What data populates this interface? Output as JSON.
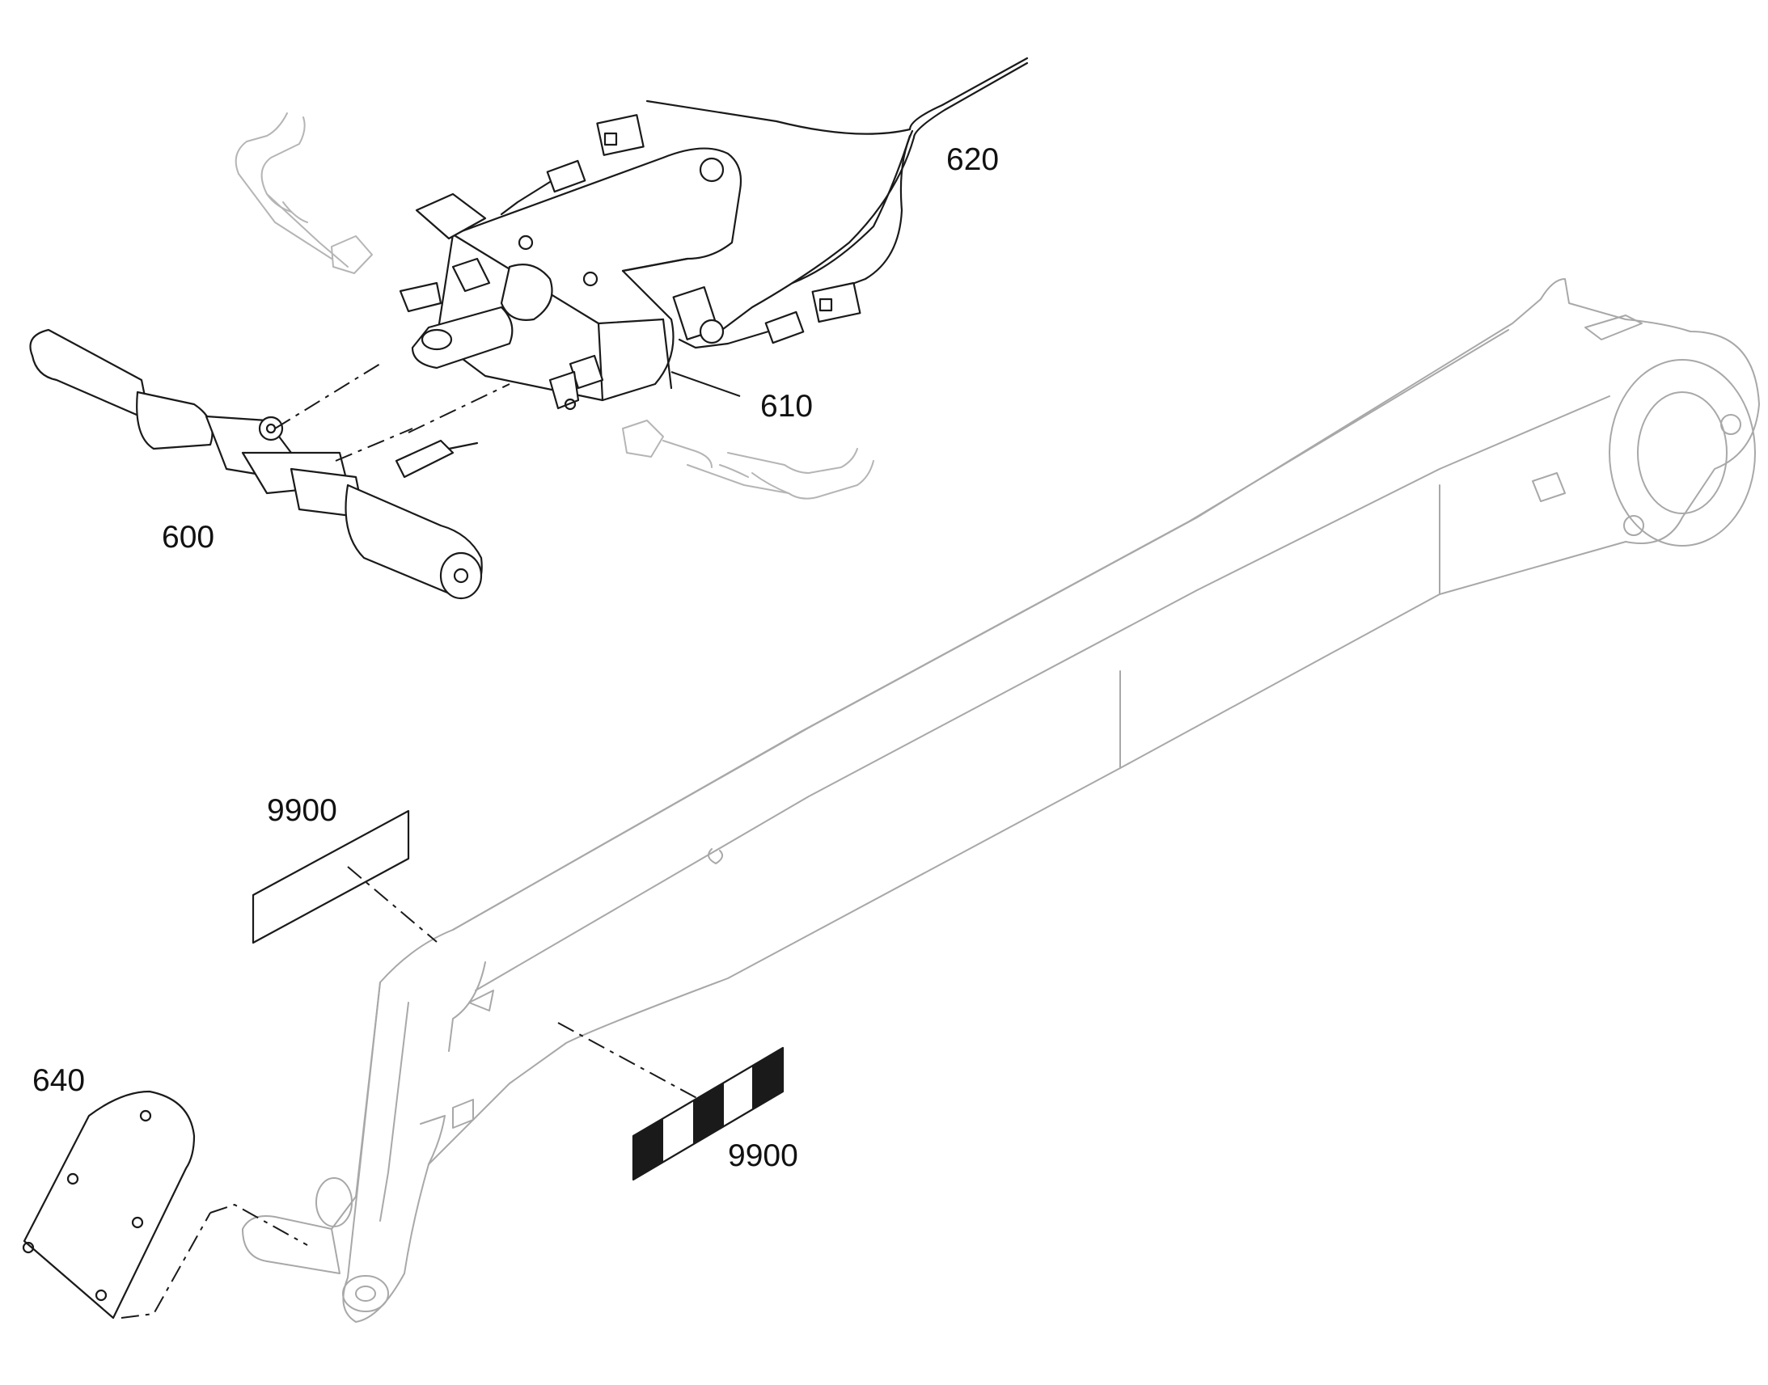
{
  "callouts": {
    "valve_wiring": "620",
    "safety_valve": "610",
    "hose_assembly": "600",
    "decal_plain": "9900",
    "decal_striped": "9900",
    "cover_plate": "640"
  },
  "colors": {
    "ink": "#1a1a1a",
    "ghost_outline": "#b5b5b5",
    "boom_outline": "#a8a8a8",
    "background": "#ffffff"
  }
}
